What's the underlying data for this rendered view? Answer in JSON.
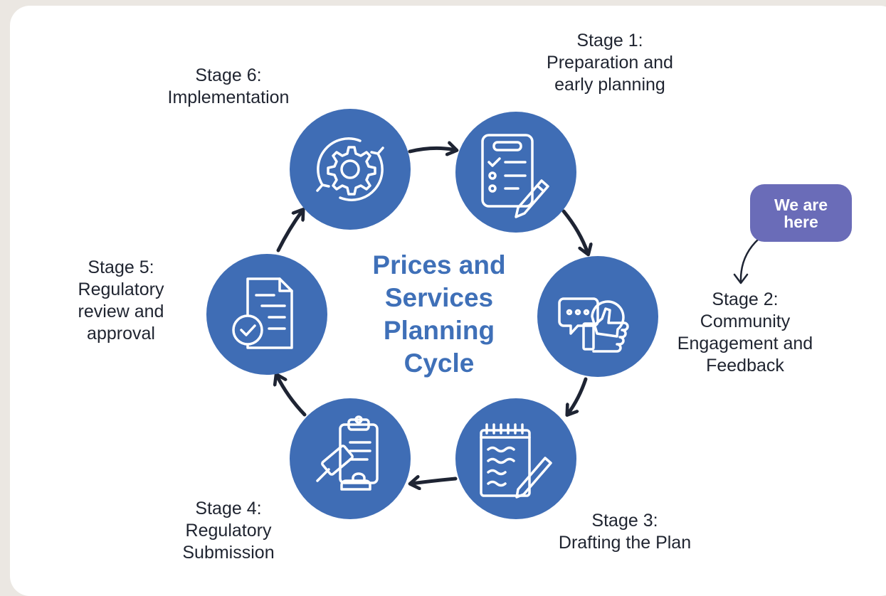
{
  "diagram": {
    "title": "Prices and Services Planning Cycle",
    "badge": "We are here",
    "stages": [
      {
        "heading": "Stage 1:",
        "line1": "Preparation and",
        "line2": "early planning",
        "icon": "checklist-pencil-icon"
      },
      {
        "heading": "Stage 2:",
        "line1": "Community",
        "line2": "Engagement and",
        "line3": "Feedback",
        "icon": "chat-heart-thumbs-up-icon"
      },
      {
        "heading": "Stage 3:",
        "line1": "Drafting the Plan",
        "icon": "notepad-pen-icon"
      },
      {
        "heading": "Stage 4:",
        "line1": "Regulatory",
        "line2": "Submission",
        "icon": "clipboard-gavel-icon"
      },
      {
        "heading": "Stage 5:",
        "line1": "Regulatory",
        "line2": "review and",
        "line3": "approval",
        "icon": "document-check-icon"
      },
      {
        "heading": "Stage 6:",
        "line1": "Implementation",
        "icon": "gear-cycle-icon"
      }
    ],
    "colors": {
      "circle": "#3f6db5",
      "arrow": "#1e2433",
      "title": "#3f70b8",
      "badge": "#6a6cb8",
      "background": "#ebe7e2"
    }
  }
}
